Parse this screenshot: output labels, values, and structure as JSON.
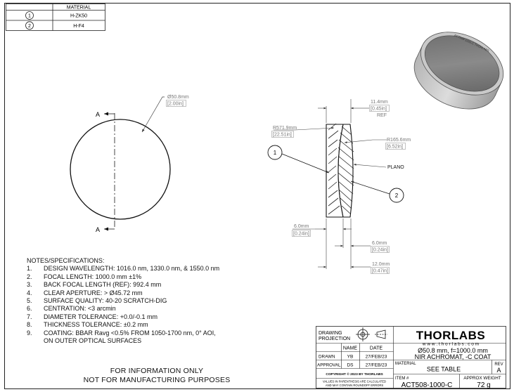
{
  "material_table": {
    "header": "MATERIAL",
    "rows": [
      {
        "item": "1",
        "material": "H-ZK50"
      },
      {
        "item": "2",
        "material": "H-F4"
      }
    ]
  },
  "front_view": {
    "diameter_mm": "Ø50.8mm",
    "diameter_in": "[2.00in]",
    "section_label_top": "A",
    "section_label_bottom": "A"
  },
  "section_view": {
    "thickness_top_mm": "11.4mm",
    "thickness_top_in": "[0.45in]",
    "thickness_top_ref": "REF",
    "r1_mm": "R571.9mm",
    "r1_in": "[22.51in]",
    "r2_mm": "R165.6mm",
    "r2_in": "[6.52in]",
    "plano": "PLANO",
    "balloon_1": "1",
    "balloon_2": "2",
    "left_edge_mm": "6.0mm",
    "left_edge_in": "[0.24in]",
    "right_edge_mm": "6.0mm",
    "right_edge_in": "[0.24in]",
    "total_edge_mm": "12.0mm",
    "total_edge_in": "[0.47in]"
  },
  "notes": {
    "title": "NOTES/SPECIFICATIONS:",
    "items": [
      {
        "num": "1.",
        "text": "DESIGN WAVELENGTH: 1016.0 nm, 1330.0 nm, & 1550.0 nm"
      },
      {
        "num": "2.",
        "text": "FOCAL LENGTH: 1000.0 mm ±1%"
      },
      {
        "num": "3.",
        "text": "BACK FOCAL LENGTH (REF): 992.4 mm"
      },
      {
        "num": "4.",
        "text": "CLEAR APERTURE: > Ø45.72 mm"
      },
      {
        "num": "5.",
        "text": "SURFACE QUALITY: 40-20 SCRATCH-DIG"
      },
      {
        "num": "6.",
        "text": "CENTRATION: <3 arcmin"
      },
      {
        "num": "7.",
        "text": "DIAMETER TOLERANCE: +0.0/-0.1 mm"
      },
      {
        "num": "8.",
        "text": "THICKNESS TOLERANCE: ±0.2 mm"
      },
      {
        "num": "9.",
        "text": "COATING: BBAR Ravg <0.5% FROM 1050-1700 nm, 0° AOI,"
      },
      {
        "num": "",
        "text": "ON OUTER OPTICAL SURFACES"
      }
    ]
  },
  "footer": {
    "line1": "FOR INFORMATION ONLY",
    "line2": "NOT FOR MANUFACTURING PURPOSES"
  },
  "title_block": {
    "drawing_projection_1": "DRAWING",
    "drawing_projection_2": "PROJECTION",
    "logo": "THORLABS",
    "website": "w w w . t h o r l a b s . c o m",
    "name_header": "NAME",
    "date_header": "DATE",
    "drawn_label": "DRAWN",
    "drawn_name": "YB",
    "drawn_date": "27/FEB/23",
    "approval_label": "APPROVAL",
    "approval_name": "DS",
    "approval_date": "27/FEB/23",
    "copyright": "COPYRIGHT © 2023 BY THORLABS",
    "description_1": "Ø50.8 mm, f=1000.0 mm",
    "description_2": "NIR ACHROMAT, -C COAT",
    "material_label": "MATERIAL",
    "material_value": "SEE TABLE",
    "rev_label": "REV",
    "rev_value": "A",
    "parens_note_1": "VALUES IN PARENTHESIS ARE CALCULATED",
    "parens_note_2": "AND MAY CONTAIN ROUNDOFF ERRORS",
    "item_label": "ITEM #",
    "item_value": "ACT508-1000-C",
    "weight_label": "APPROX WEIGHT",
    "weight_value": "72 g"
  },
  "isometric_view": {
    "engraving": "ACT508-1000-C THORLABS"
  }
}
